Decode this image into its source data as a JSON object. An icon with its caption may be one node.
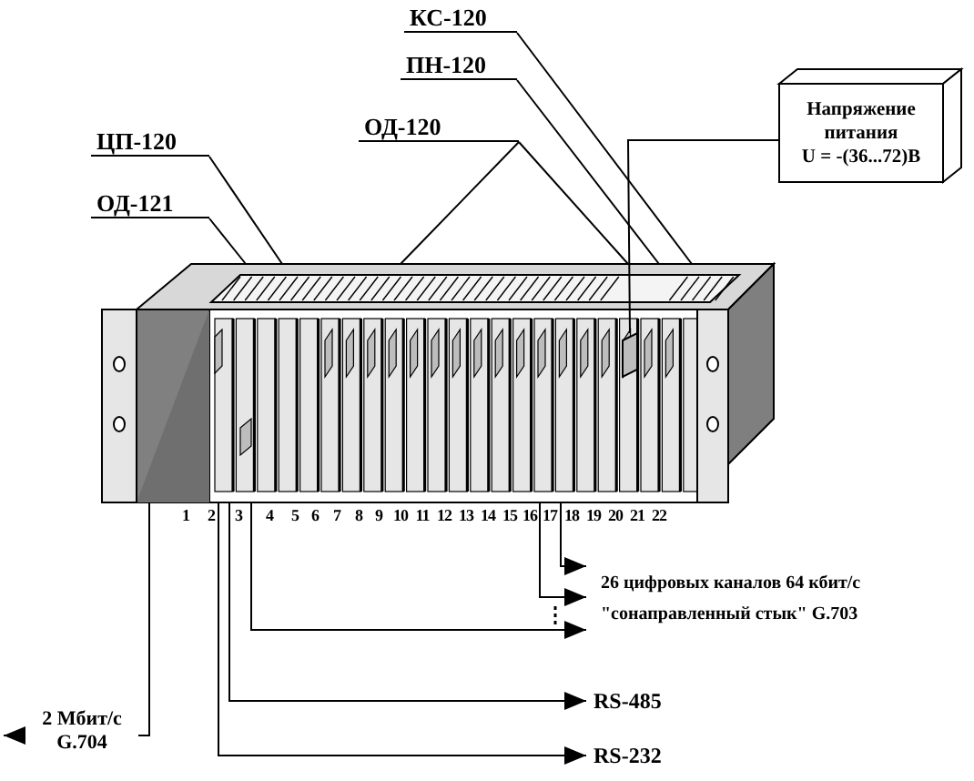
{
  "diagram": {
    "nodes": [
      {
        "text": [
          "КС-120"
        ]
      },
      {
        "text": [
          "ПН-120"
        ]
      },
      {
        "text": [
          "Напряжение питания",
          "U = -(36...72)В"
        ]
      },
      {
        "text": [
          "ОД-120"
        ]
      },
      {
        "text": [
          "ЦП-120"
        ]
      },
      {
        "text": [
          "ОД-121"
        ]
      },
      {
        "text": [],
        "shape": "picture"
      },
      {
        "text": [],
        "shape": "box",
        "in": 6
      },
      {
        "text": [
          "26 цифровых каналов 64 кбит/с \"сонаправленный стык\" G.703"
        ]
      },
      {
        "text": [
          "RS-485"
        ]
      },
      {
        "text": [
          "RS-232"
        ]
      }
    ],
    "edges": [
      {
        "from": 0,
        "to": 6,
        "arrow": "none"
      },
      {
        "from": 1,
        "to": 6,
        "arrow": "none"
      },
      {
        "from": 2,
        "to": 7,
        "arrow": "none"
      },
      {
        "from": 3,
        "to": 6,
        "arrow": "none"
      },
      {
        "from": 3,
        "to": 6,
        "arrow": "none"
      },
      {
        "from": 4,
        "to": 6,
        "arrow": "none"
      },
      {
        "from": 5,
        "to": 6,
        "arrow": "none"
      },
      {
        "from": 6,
        "to": 8,
        "arrow": "to"
      },
      {
        "from": 6,
        "to": 8,
        "arrow": "to"
      },
      {
        "from": 6,
        "to": 8,
        "arrow": "to"
      },
      {
        "from": 6,
        "to": 9,
        "arrow": "to"
      },
      {
        "from": 6,
        "to": 10,
        "arrow": "to"
      },
      {
        "from": 6,
        "to": null,
        "arrow": "to",
        "label": "2 Мбит/с G.704"
      }
    ],
    "labels": [
      "1",
      "2",
      "3",
      "4",
      "5",
      "6",
      "7",
      "8",
      "9",
      "10",
      "11",
      "12",
      "13",
      "14",
      "15",
      "16",
      "17",
      "18",
      "19",
      "20",
      "21",
      "22"
    ]
  }
}
